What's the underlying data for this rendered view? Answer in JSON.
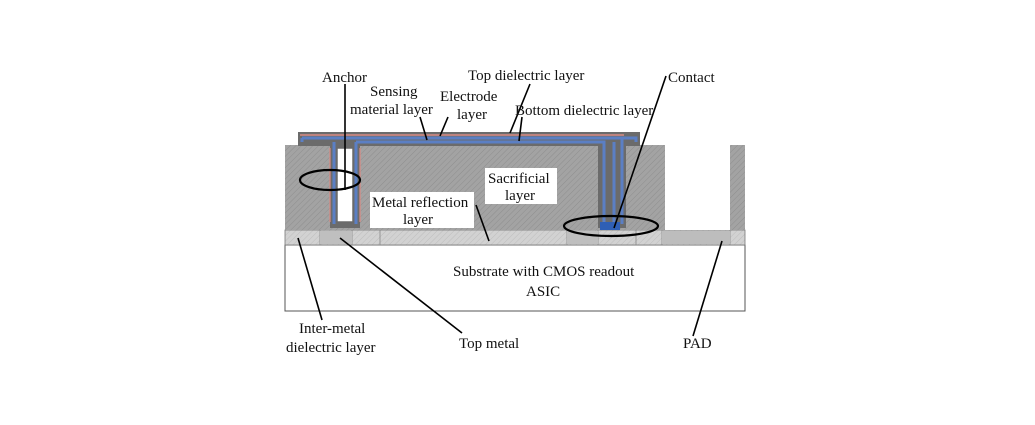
{
  "labels": {
    "anchor": "Anchor",
    "top_dielectric": "Top dielectric layer",
    "contact": "Contact",
    "sensing_line1": "Sensing",
    "sensing_line2": "material layer",
    "electrode_line1": "Electrode",
    "electrode_line2": "layer",
    "bottom_dielectric": "Bottom dielectric layer",
    "sacrificial_line1": "Sacrificial",
    "sacrificial_line2": "layer",
    "metal_reflection_line1": "Metal reflection",
    "metal_reflection_line2": "layer",
    "substrate_line1": "Substrate with CMOS readout",
    "substrate_line2": "ASIC",
    "inter_metal_line1": "Inter-metal",
    "inter_metal_line2": "dielectric layer",
    "top_metal": "Top metal",
    "pad": "PAD"
  },
  "colors": {
    "sacrificial": "#a9a9a9",
    "substrate": "#ffffff",
    "dielectric_dark": "#6b6b6b",
    "electrode_blue": "#5b7fc4",
    "sensing_pink": "#d98b84",
    "metal_layer": "#cfcfcf",
    "contact_blue": "#2f5fb5"
  }
}
